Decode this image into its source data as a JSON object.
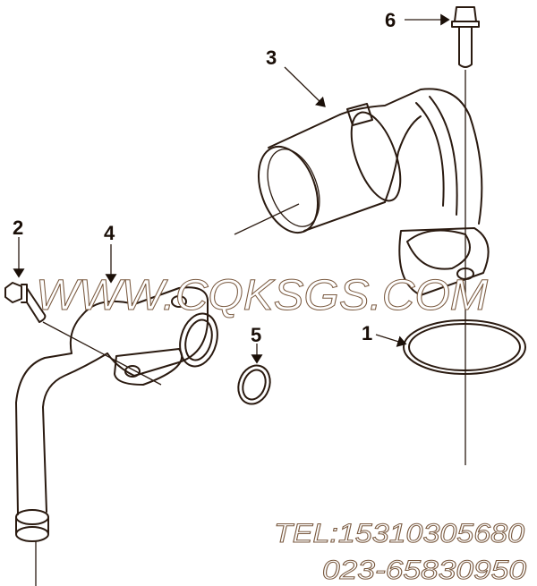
{
  "callouts": [
    "1",
    "2",
    "3",
    "4",
    "5",
    "6"
  ],
  "watermark": "WWW.CQKSGS.COM",
  "contact": {
    "tel": "TEL:15310305680",
    "phone": "023-65830950"
  }
}
